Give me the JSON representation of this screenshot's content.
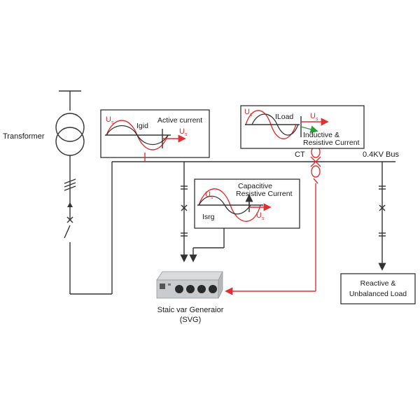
{
  "labels": {
    "transformer": "Transformer",
    "bus": "0.4KV Bus",
    "ct": "CT",
    "load_line1": "Reactive &",
    "load_line2": "Unbalanced Load",
    "svg_line1": "Staic var Generaior",
    "svg_line2": "(SVG)"
  },
  "box_grid": {
    "us": "U",
    "us_sub": "s",
    "wave_label": "Igid",
    "title": "Active current",
    "vec_us": "U",
    "vec_us_sub": "s"
  },
  "box_load": {
    "us": "U",
    "us_sub": "s",
    "wave_label": "ILoad",
    "title_line1": "Inductive &",
    "title_line2": "Resistive Current",
    "vec_us": "U",
    "vec_us_sub": "s"
  },
  "box_svg": {
    "us": "U",
    "us_sub": "s",
    "wave_label": "Isrg",
    "title_line1": "Capacitive",
    "title_line2": "Resistive Current",
    "vec_us": "U",
    "vec_us_sub": "s"
  },
  "colors": {
    "voltage": "#e03030",
    "current": "#333333",
    "wire": "#333333",
    "inductive_vector": "#2e9b3a"
  },
  "icons": {
    "transformer": "two-winding-transformer-icon",
    "switch": "disconnect-switch-icon",
    "ct": "current-transformer-icon",
    "svg_unit": "svg-cabinet-icon"
  }
}
